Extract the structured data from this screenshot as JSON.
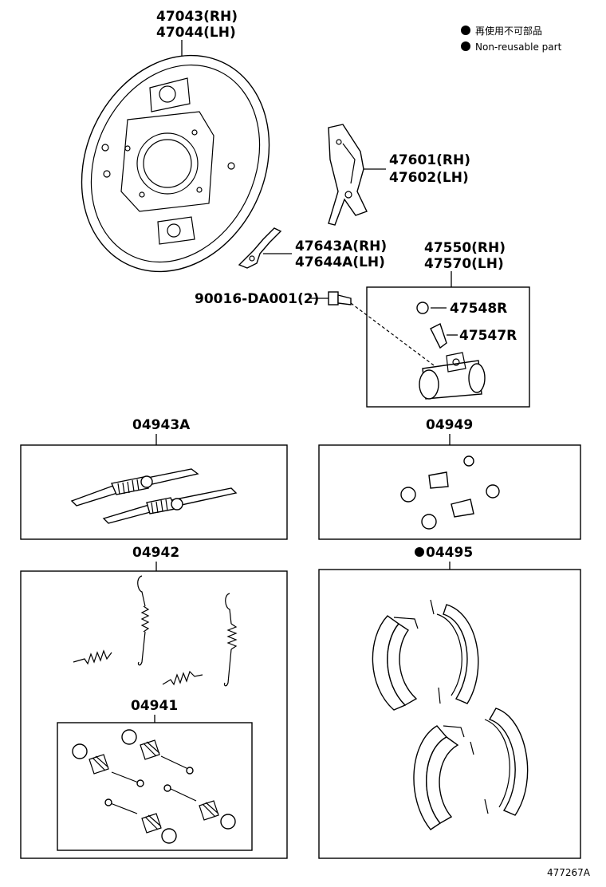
{
  "legend": {
    "jp": "再使用不可部品",
    "en": "Non-reusable part"
  },
  "labels": {
    "backing_plate": [
      "47043(RH)",
      "47044(LH)"
    ],
    "lever": [
      "47601(RH)",
      "47602(LH)"
    ],
    "strut": [
      "47643A(RH)",
      "47644A(LH)"
    ],
    "wheel_cylinder": [
      "47550(RH)",
      "47570(LH)"
    ],
    "bolt": "90016-DA001(2)",
    "bleeder_cap": "47548R",
    "bleeder_plug": "47547R",
    "adjuster_kit": "04943A",
    "cylinder_kit": "04949",
    "spring_kit": "04942",
    "shoe_set": "04495",
    "hold_down_kit": "04941",
    "figure_id": "477267A"
  },
  "colors": {
    "line": "#000000",
    "background": "#ffffff"
  }
}
